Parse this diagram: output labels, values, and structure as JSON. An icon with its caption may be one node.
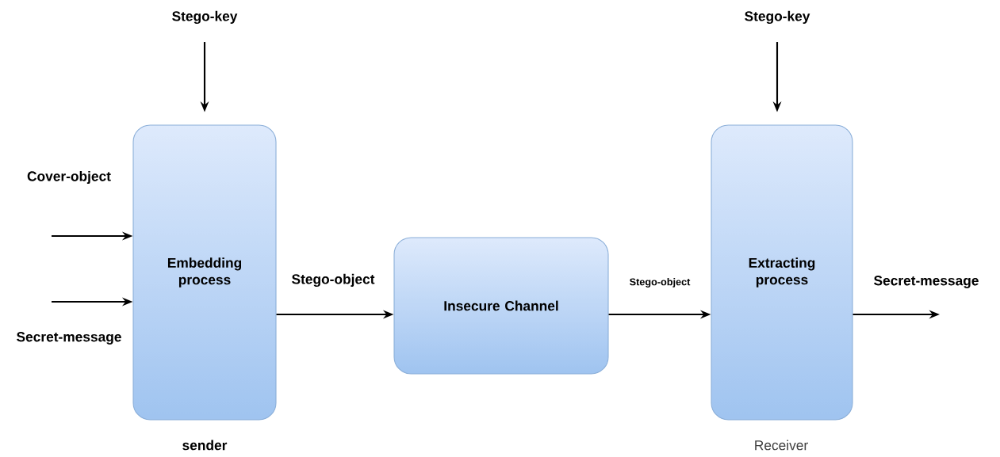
{
  "diagram": {
    "nodes": [
      {
        "text": [
          "Stego-key"
        ]
      },
      {
        "text": [
          "Embedding process"
        ],
        "beside": [
          "sender"
        ]
      },
      {
        "text": [
          "Insecure Channel"
        ]
      },
      {
        "text": [
          "Stego-key"
        ]
      },
      {
        "text": [
          "Extracting process"
        ],
        "beside": [
          "Receiver"
        ]
      }
    ],
    "edges": [
      {
        "from": 0,
        "to": 1,
        "arrow": "to"
      },
      {
        "from": null,
        "to": 1,
        "arrow": "to",
        "label": "Cover-object"
      },
      {
        "from": null,
        "to": 1,
        "arrow": "to",
        "label": "Secret-message"
      },
      {
        "from": 1,
        "to": 2,
        "arrow": "to",
        "label": "Stego-object"
      },
      {
        "from": 2,
        "to": 4,
        "arrow": "to",
        "label": "Stego-object"
      },
      {
        "from": 3,
        "to": 4,
        "arrow": "to"
      },
      {
        "from": 4,
        "to": null,
        "arrow": "to",
        "label": "Secret-message"
      }
    ]
  }
}
